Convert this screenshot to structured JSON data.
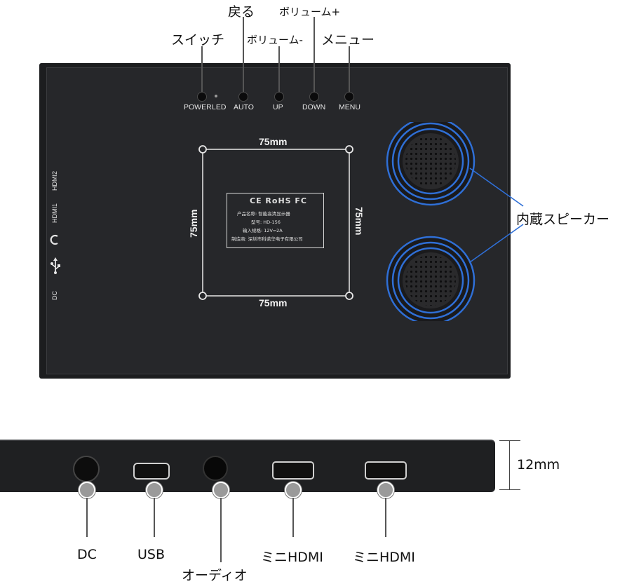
{
  "top_callouts": {
    "switch": "スイッチ",
    "back": "戻る",
    "volume_down": "ボリューム-",
    "volume_up": "ボリューム+",
    "menu": "メニュー"
  },
  "buttons": {
    "power": "POWER",
    "led": "LED",
    "auto": "AUTO",
    "up": "UP",
    "down": "DOWN",
    "menu": "MENU"
  },
  "side_ports": {
    "hdmi2": "HDMI2",
    "hdmi1": "HDMI1",
    "dc": "DC"
  },
  "vesa": {
    "top": "75mm",
    "bottom": "75mm",
    "left": "75mm",
    "right": "75mm"
  },
  "label_plate": {
    "marks": "CE RoHS FC",
    "line1": "产品名称: 智能高清显示器",
    "line2": "型号: HD-156",
    "line3": "输入规格: 12V⎓2A",
    "line4": "制造商: 深圳市科诺华电子有限公司"
  },
  "speaker_callout": "内蔵スピーカー",
  "thickness": "12mm",
  "bottom_callouts": {
    "dc": "DC",
    "usb": "USB",
    "audio": "オーディオ",
    "hdmi_a": "ミニHDMI",
    "hdmi_b": "ミニHDMI"
  },
  "colors": {
    "speaker_ring": "#2f6fd6",
    "board": "#1c1d1f"
  }
}
